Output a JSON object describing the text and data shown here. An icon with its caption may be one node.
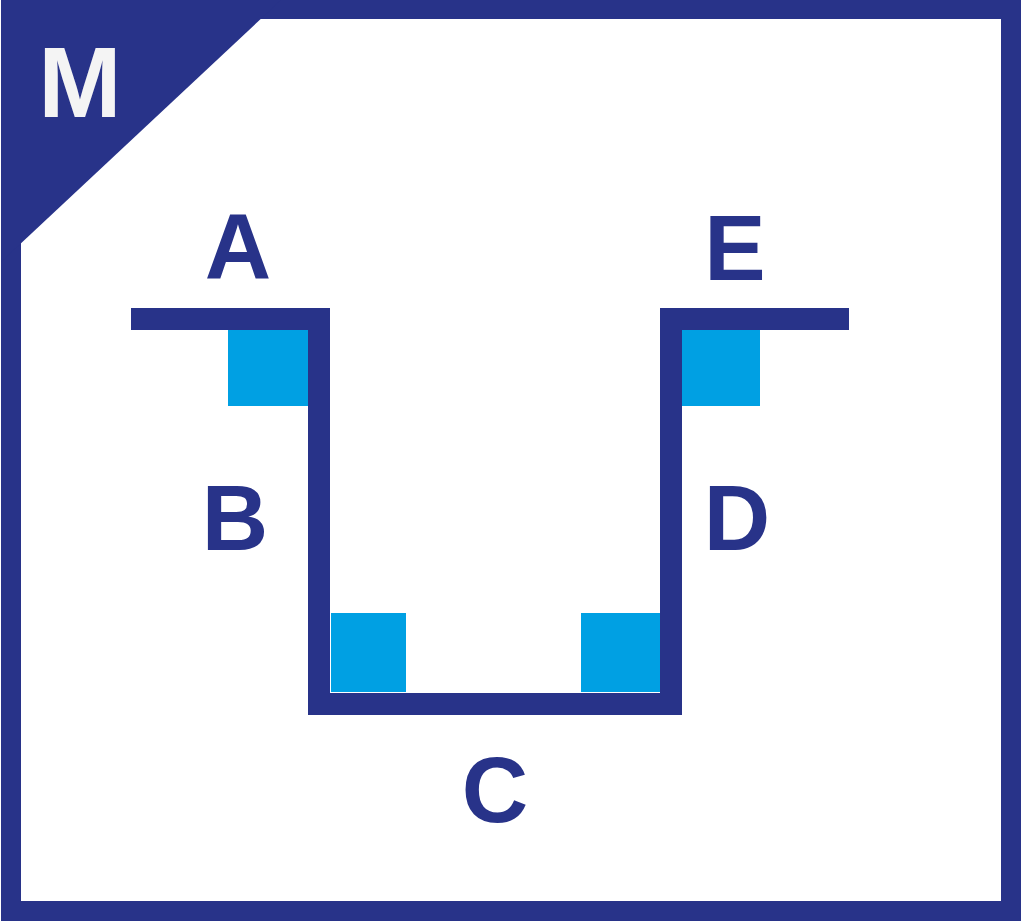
{
  "diagram": {
    "labels": [
      "M",
      "A",
      "E",
      "B",
      "D",
      "C"
    ]
  }
}
